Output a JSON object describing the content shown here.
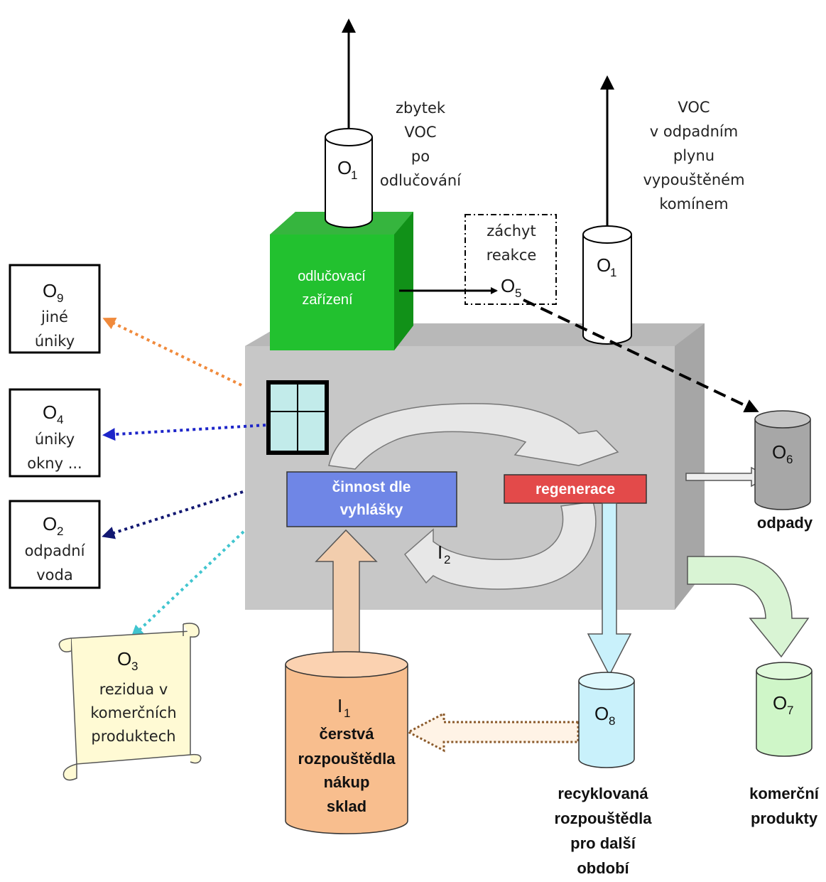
{
  "stack_o1_left": {
    "label": "O",
    "sub": "1"
  },
  "stack_o1_right": {
    "label": "O",
    "sub": "1"
  },
  "note_residual_voc": [
    "zbytek",
    "VOC",
    "po",
    "odlučování"
  ],
  "note_voc_waste_gas": [
    "VOC",
    "v odpadním",
    "plynu",
    "vypouštěném",
    "komínem"
  ],
  "abatement_device": [
    "odlučovací",
    "zařízení"
  ],
  "capture_box": {
    "lines": [
      "záchyt",
      "reakce"
    ],
    "label": "O",
    "sub": "5"
  },
  "o9_box": {
    "label": "O",
    "sub": "9",
    "lines": [
      "jiné",
      "úniky"
    ]
  },
  "o4_box": {
    "label": "O",
    "sub": "4",
    "lines": [
      "úniky",
      "okny ..."
    ]
  },
  "o2_box": {
    "label": "O",
    "sub": "2",
    "lines": [
      "odpadní",
      "voda"
    ]
  },
  "o3_scroll": {
    "label": "O",
    "sub": "3",
    "lines": [
      "rezidua v",
      "komerčních",
      "produktech"
    ]
  },
  "activity_box": [
    "činnost dle",
    "vyhlášky"
  ],
  "regeneration_box": "regenerace",
  "i2_arrow": {
    "label": "I",
    "sub": "2"
  },
  "o6_tank": {
    "label": "O",
    "sub": "6",
    "caption": "odpady"
  },
  "i1_tank": {
    "label": "I",
    "sub": "1",
    "lines": [
      "čerstvá",
      "rozpouštědla",
      "nákup",
      "sklad"
    ]
  },
  "o8_tank": {
    "label": "O",
    "sub": "8",
    "caption": [
      "recyklovaná",
      "rozpouštědla",
      "pro další",
      "období"
    ]
  },
  "o7_tank": {
    "label": "O",
    "sub": "7",
    "caption": [
      "komerční",
      "produkty"
    ]
  },
  "colors": {
    "green": "#22c12f",
    "grey_box": "#c7c7c7",
    "activity_blue": "#6f86e6",
    "regen_red": "#e34a4a",
    "i1_orange": "#f8be8e",
    "o8_cyan": "#c9f1fb",
    "o7_green": "#cff6c8",
    "scroll_yellow": "#fffad4",
    "o9_arrow": "#f08a3c",
    "o4_arrow": "#1d25c9",
    "o2_arrow": "#121872",
    "o3_arrow": "#41c5cf"
  }
}
